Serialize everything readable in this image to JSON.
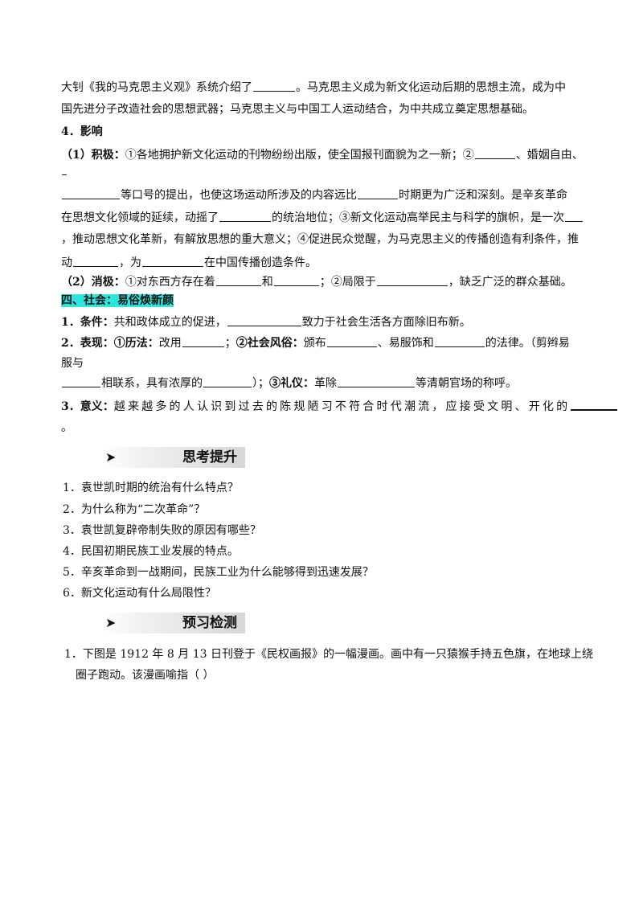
{
  "doc": {
    "p1a": "大钊《我的马克思主义观》系统介绍了",
    "p1b": "。马克思主义成为新文化运动后期的思想主流，成为中",
    "p2": "国先进分子改造社会的思想武器；马克思主义与中国工人运动结合，为中共成立奠定思想基础。",
    "h4": "4．影响",
    "pos_label": "（1）积极：",
    "pos_a": "①各地拥护新文化运动的刊物纷纷出版，使全国报刊面貌为之一新；②",
    "pos_b": "、婚姻自由、",
    "pos_c": "等口号的提出，也使这场运动所涉及的内容远比",
    "pos_d": "时期更为广泛和深刻。是辛亥革命",
    "pos_e": "在思想文化领域的延续，动摇了",
    "pos_f": "的统治地位；③新文化运动高举民主与科学的旗帜，是一次",
    "pos_g": "，推动思想文化革新，有解放思想的重大意义；④促进民众觉醒，为马克思主义的传播创造有利条件，推",
    "pos_h": "动",
    "pos_i": "，为",
    "pos_j": "在中国传播创造条件。",
    "neg_label": "（2）消极：",
    "neg_a": "①对东西方存在着",
    "neg_b": "和",
    "neg_c": "；②局限于",
    "neg_d": "，缺乏广泛的群众基础。",
    "sec4": "四、社会：易俗焕新颜",
    "c_label": "1．条件：",
    "c_a": "共和政体成立的促进，",
    "c_b": "致力于社会生活各方面除旧布新。",
    "e_label": "2．表现：",
    "e_1": "①历法：",
    "e_a": "改用",
    "e_b": "；",
    "e_2": "②社会风俗：",
    "e_c": "颁布",
    "e_d": "、易服饰和",
    "e_e": "的法律。（剪辫易",
    "e_f": "服与",
    "e_g": "相联系，具有浓厚的",
    "e_h": "）；",
    "e_3": "③礼仪：",
    "e_i": "革除",
    "e_j": "等清朝官场的称呼。",
    "m_label": "3．意义：",
    "m_a": "越来越多的人认识到过去的陈规陋习不符合时代潮流，应接受文明、开化的",
    "m_b": "。"
  },
  "think": {
    "arrow": "➤",
    "title": "思考提升",
    "q1": "1．袁世凯时期的统治有什么特点？",
    "q2": "2．为什么称为“二次革命”？",
    "q3": "3．袁世凯复辟帝制失败的原因有哪些？",
    "q4": "4．民国初期民族工业发展的特点。",
    "q5": "5．辛亥革命到一战期间，民族工业为什么能够得到迅速发展？",
    "q6": "6．新文化运动有什么局限性？"
  },
  "check": {
    "arrow": "➤",
    "title": "预习检测",
    "q1a": "1．下图是 1912 年 8 月 13 日刊登于《民权画报》的一幅漫画。画中有一只猿猴手持五色旗，在地球上绕",
    "q1b": "圈子跑动。该漫画喻指（        ）"
  }
}
